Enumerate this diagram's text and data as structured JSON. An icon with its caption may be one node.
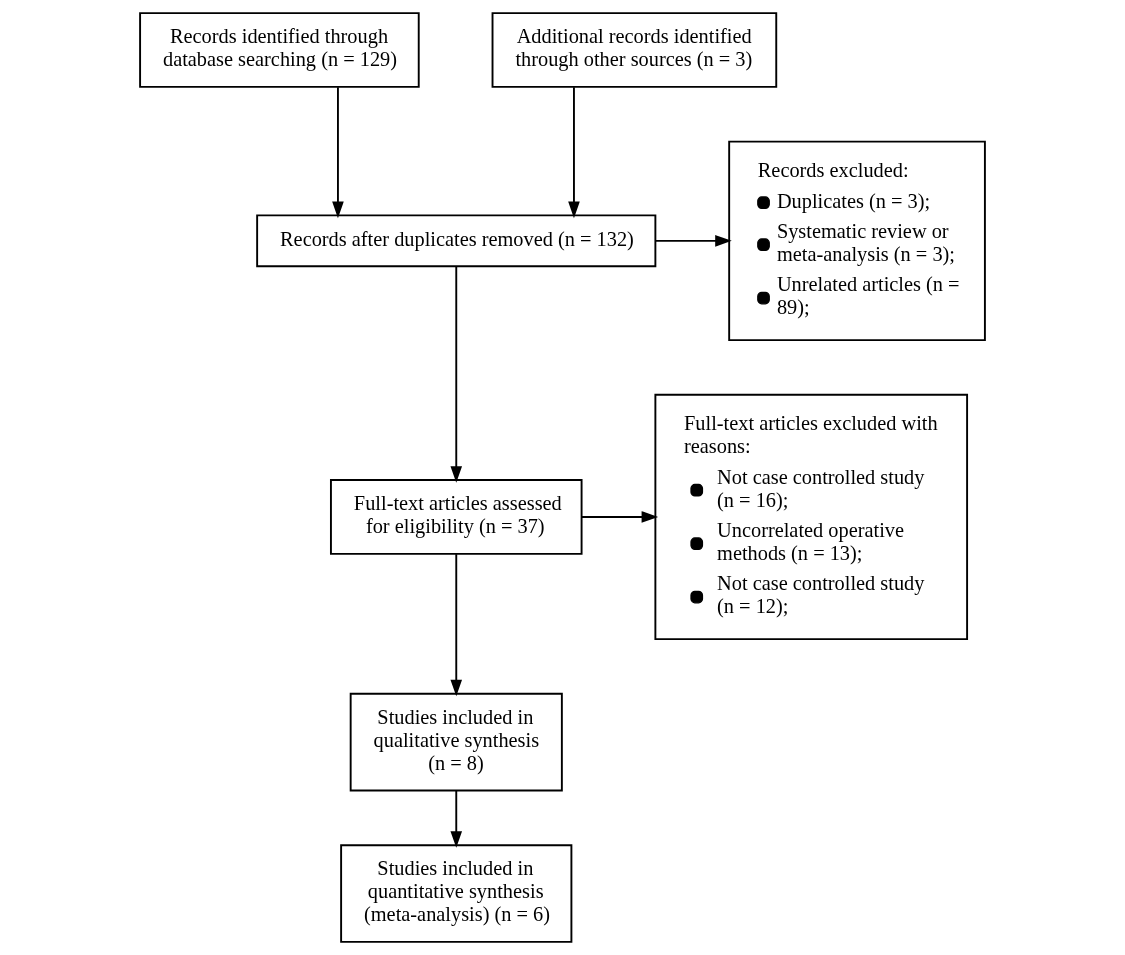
{
  "diagram": {
    "nodes": [
      {
        "text": [
          "Records identified through database searching (n = 129)"
        ]
      },
      {
        "text": [
          "Additional records identified through other sources (n = 3)"
        ]
      },
      {
        "text": [
          "Records after duplicates removed (n = 132)"
        ]
      },
      {
        "text": [
          "Records excluded:",
          "Duplicates (n = 3);",
          "Systematic review or meta-analysis (n = 3);",
          "Unrelated articles (n = 89);"
        ]
      },
      {
        "text": [
          "Full-text articles assessed for eligibility (n = 37)"
        ]
      },
      {
        "text": [
          "Full-text articles excluded with reasons:",
          "Not case controlled study (n = 16);",
          "Uncorrelated operative methods (n = 13);",
          "Not case controlled study (n = 12);"
        ]
      },
      {
        "text": [
          "Studies included in qualitative synthesis (n = 8)"
        ]
      },
      {
        "text": [
          "Studies included in quantitative synthesis (meta-analysis) (n = 6)"
        ]
      }
    ],
    "edges": [
      {
        "from": 0,
        "to": 2,
        "arrow": "to"
      },
      {
        "from": 1,
        "to": 2,
        "arrow": "to"
      },
      {
        "from": 2,
        "to": 4,
        "arrow": "to"
      },
      {
        "from": 2,
        "to": 3,
        "arrow": "to"
      },
      {
        "from": 4,
        "to": 6,
        "arrow": "to"
      },
      {
        "from": 4,
        "to": 5,
        "arrow": "to"
      },
      {
        "from": 6,
        "to": 7,
        "arrow": "to"
      }
    ]
  }
}
